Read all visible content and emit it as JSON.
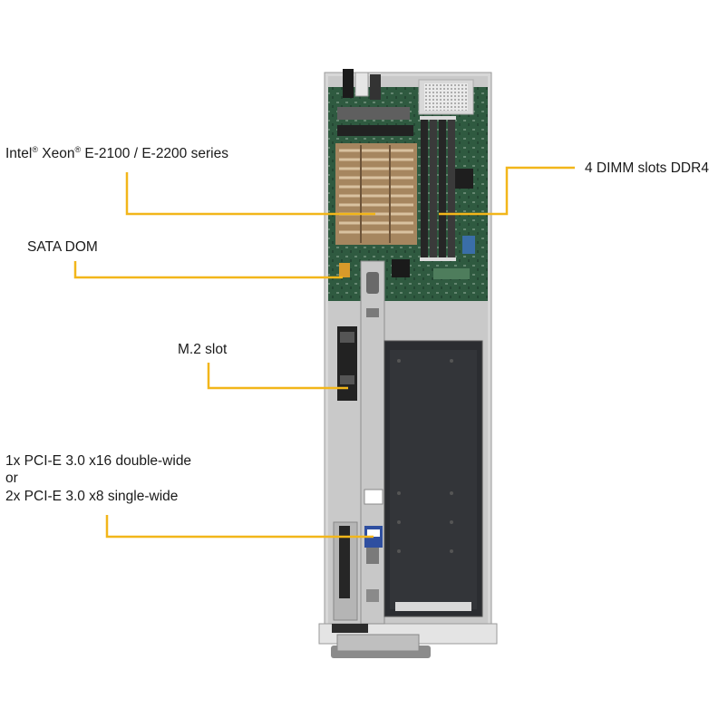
{
  "callouts": {
    "cpu": {
      "pre": "Intel",
      "sup1": "®",
      "mid": " Xeon",
      "sup2": "®",
      "post": " E-2100 / E-2200 series"
    },
    "dimm": "4 DIMM slots DDR4",
    "sata": "SATA DOM",
    "m2": "M.2 slot",
    "pcie": [
      "1x PCI-E 3.0 x16 double-wide",
      "or",
      "2x PCI-E 3.0 x8 single-wide"
    ]
  },
  "colors": {
    "leader": "#f2b61a",
    "chassis": "#d4d4d4",
    "pcb": "#2e4f3a",
    "heatsink": "#b09070",
    "gpu_card": "#2b2d30",
    "dimm": "#2c2c2c",
    "riser": "#c6c6c6"
  }
}
